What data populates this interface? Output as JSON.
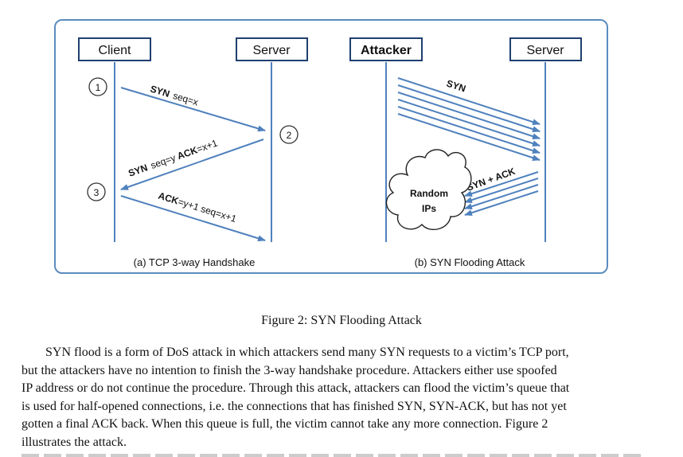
{
  "diagram": {
    "left": {
      "client": "Client",
      "server": "Server",
      "step1": "1",
      "step2": "2",
      "step3": "3",
      "msg1_bold": "SYN",
      "msg1_rest": "seq=x",
      "msg2_bold1": "SYN",
      "msg2_mid": "seq=y",
      "msg2_bold2": "ACK",
      "msg2_rest": "=x+1",
      "msg3_bold": "ACK",
      "msg3_rest": "=y+1 seq=x+1",
      "caption": "(a) TCP 3-way Handshake"
    },
    "right": {
      "attacker": "Attacker",
      "server": "Server",
      "syn_label": "SYN",
      "synack_label": "SYN + ACK",
      "cloud_line1": "Random",
      "cloud_line2": "IPs",
      "caption": "(b) SYN Flooding Attack"
    },
    "colors": {
      "line": "#4f81bd",
      "box_border": "#1f3f6f"
    }
  },
  "figure_caption": "Figure 2: SYN Flooding Attack",
  "paragraph_lines": [
    "SYN flood is a form of DoS attack in which attackers send many SYN requests to a victim’s TCP port,",
    "but the attackers have no intention to finish the 3-way handshake procedure. Attackers either use spoofed",
    "IP address or do not continue the procedure. Through this attack, attackers can flood the victim’s queue that",
    "is used for half-opened connections, i.e. the connections that has finished SYN, SYN-ACK, but has not yet",
    "gotten a final ACK back. When this queue is full, the victim cannot take any more connection. Figure 2",
    "illustrates the attack."
  ]
}
